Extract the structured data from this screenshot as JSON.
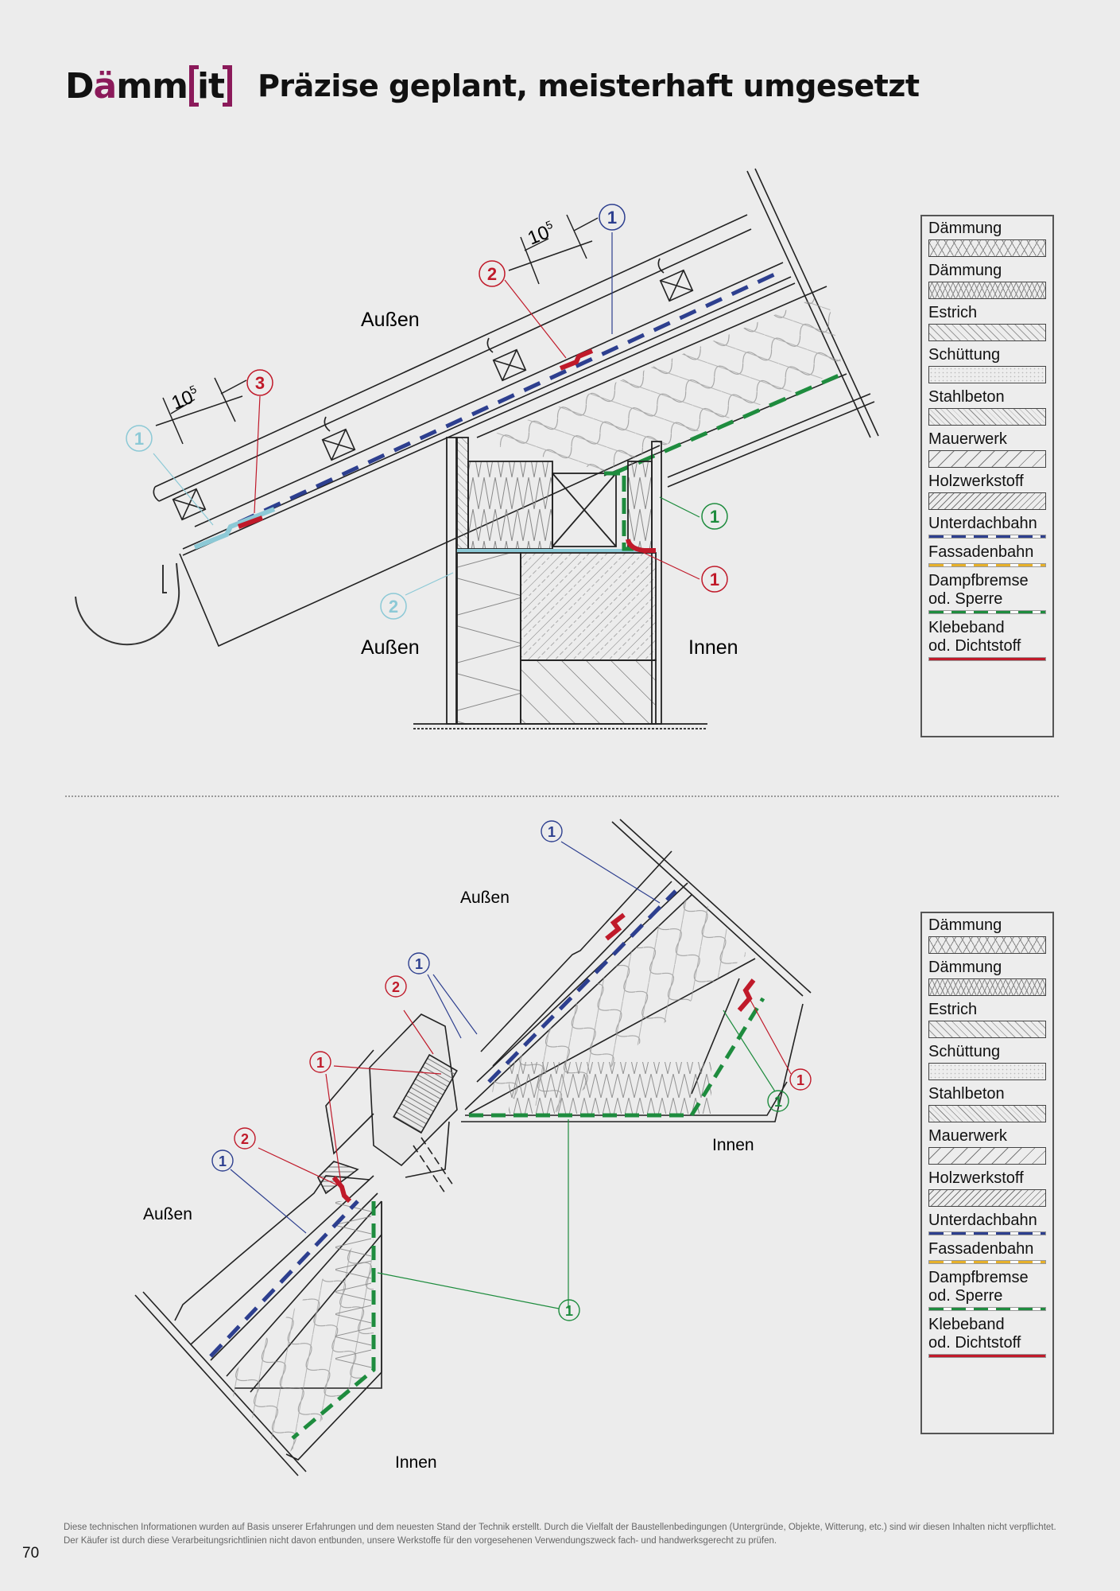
{
  "header": {
    "brand_prefix": "D",
    "brand_umlaut": "ä",
    "brand_mid": "mm",
    "brand_bracket": "it",
    "headline": "Präzise geplant, meisterhaft umgesetzt"
  },
  "colors": {
    "brand_accent": "#8b1a5a",
    "unterdachbahn": "#2d3f8f",
    "fassadenbahn": "#e6b02a",
    "dampfbremse": "#1e8c3e",
    "klebeband": "#c01a2a",
    "light_blue_callout": "#8cc9d6"
  },
  "diagram_top": {
    "labels": {
      "aussen_upper": "Außen",
      "aussen_lower": "Außen",
      "innen": "Innen",
      "dim_left": "10",
      "dim_left_sup": "5",
      "dim_right": "10",
      "dim_right_sup": "5"
    },
    "callouts": [
      {
        "num": "1",
        "color": "lightblue"
      },
      {
        "num": "3",
        "color": "red"
      },
      {
        "num": "2",
        "color": "red"
      },
      {
        "num": "1",
        "color": "blue"
      },
      {
        "num": "1",
        "color": "green"
      },
      {
        "num": "1",
        "color": "red"
      },
      {
        "num": "2",
        "color": "lightblue"
      }
    ]
  },
  "diagram_bottom": {
    "labels": {
      "aussen_top": "Außen",
      "aussen_left": "Außen",
      "innen_right": "Innen",
      "innen_bottom": "Innen"
    },
    "callouts": [
      {
        "num": "1",
        "color": "blue"
      },
      {
        "num": "1",
        "color": "blue"
      },
      {
        "num": "2",
        "color": "red"
      },
      {
        "num": "1",
        "color": "red"
      },
      {
        "num": "2",
        "color": "red"
      },
      {
        "num": "1",
        "color": "blue"
      },
      {
        "num": "1",
        "color": "red"
      },
      {
        "num": "1",
        "color": "green"
      },
      {
        "num": "1",
        "color": "green"
      }
    ]
  },
  "legend_top": {
    "items": [
      {
        "label": "Dämmung",
        "kind": "daemm1"
      },
      {
        "label": "Dämmung",
        "kind": "daemm2"
      },
      {
        "label": "Estrich",
        "kind": "estrich"
      },
      {
        "label": "Schüttung",
        "kind": "schuett"
      },
      {
        "label": "Stahlbeton",
        "kind": "stahl"
      },
      {
        "label": "Mauerwerk",
        "kind": "mauer"
      },
      {
        "label": "Holzwerkstoff",
        "kind": "holz"
      },
      {
        "label": "Unterdachbahn",
        "kind": "unter"
      },
      {
        "label": "Fassadenbahn",
        "kind": "fass"
      },
      {
        "label": "Dampfbremse\nod. Sperre",
        "kind": "dampf"
      },
      {
        "label": "Klebeband\nod. Dichtstoff",
        "kind": "klebe"
      }
    ]
  },
  "legend_bottom": {
    "items": [
      {
        "label": "Dämmung",
        "kind": "daemm1"
      },
      {
        "label": "Dämmung",
        "kind": "daemm2"
      },
      {
        "label": "Estrich",
        "kind": "estrich"
      },
      {
        "label": "Schüttung",
        "kind": "schuett"
      },
      {
        "label": "Stahlbeton",
        "kind": "stahl"
      },
      {
        "label": "Mauerwerk",
        "kind": "mauer"
      },
      {
        "label": "Holzwerkstoff",
        "kind": "holz"
      },
      {
        "label": "Unterdachbahn",
        "kind": "unter"
      },
      {
        "label": "Fassadenbahn",
        "kind": "fass"
      },
      {
        "label": "Dampfbremse\nod. Sperre",
        "kind": "dampf"
      },
      {
        "label": "Klebeband\nod. Dichtstoff",
        "kind": "klebe"
      }
    ]
  },
  "footer": {
    "disclaimer": "Diese technischen Informationen wurden auf Basis unserer Erfahrungen und dem neuesten Stand der Technik erstellt. Durch die Vielfalt der Baustellenbedingungen (Untergründe, Objekte, Witterung, etc.) sind wir diesen Inhalten nicht verpflichtet. Der Käufer ist durch diese Verarbeitungsrichtlinien nicht davon entbunden, unsere Werkstoffe für den vorgesehenen Verwendungszweck fach- und handwerksgerecht zu prüfen.",
    "page_number": "70"
  }
}
